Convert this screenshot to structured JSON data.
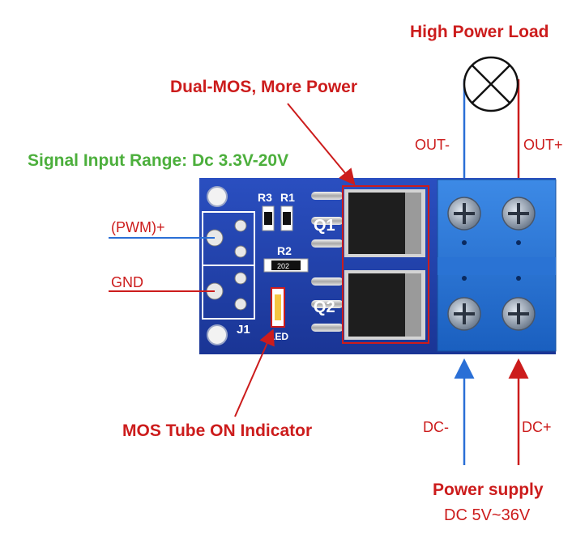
{
  "labels": {
    "high_power_load": "High Power Load",
    "dual_mos": "Dual-MOS, More Power",
    "signal_input_range": "Signal Input Range: Dc 3.3V-20V",
    "out_minus": "OUT-",
    "out_plus": "OUT+",
    "pwm_plus": "(PWM)+",
    "gnd": "GND",
    "mos_indicator": "MOS Tube ON Indicator",
    "dc_minus": "DC-",
    "dc_plus": "DC+",
    "power_supply": "Power supply",
    "power_range": "DC 5V~36V"
  },
  "board": {
    "r3": "R3",
    "r1": "R1",
    "r2": "R2",
    "r2_code": "202",
    "q1": "Q1",
    "q2": "Q2",
    "j1": "J1",
    "led": "LED"
  },
  "colors": {
    "label_red": "#cc1c1c",
    "label_green": "#4caf3c",
    "wire_blue": "#2a6fd6",
    "wire_red": "#cc1c1c",
    "pcb_blue": "#1f3fa8",
    "terminal_blue": "#1e6fd0"
  }
}
